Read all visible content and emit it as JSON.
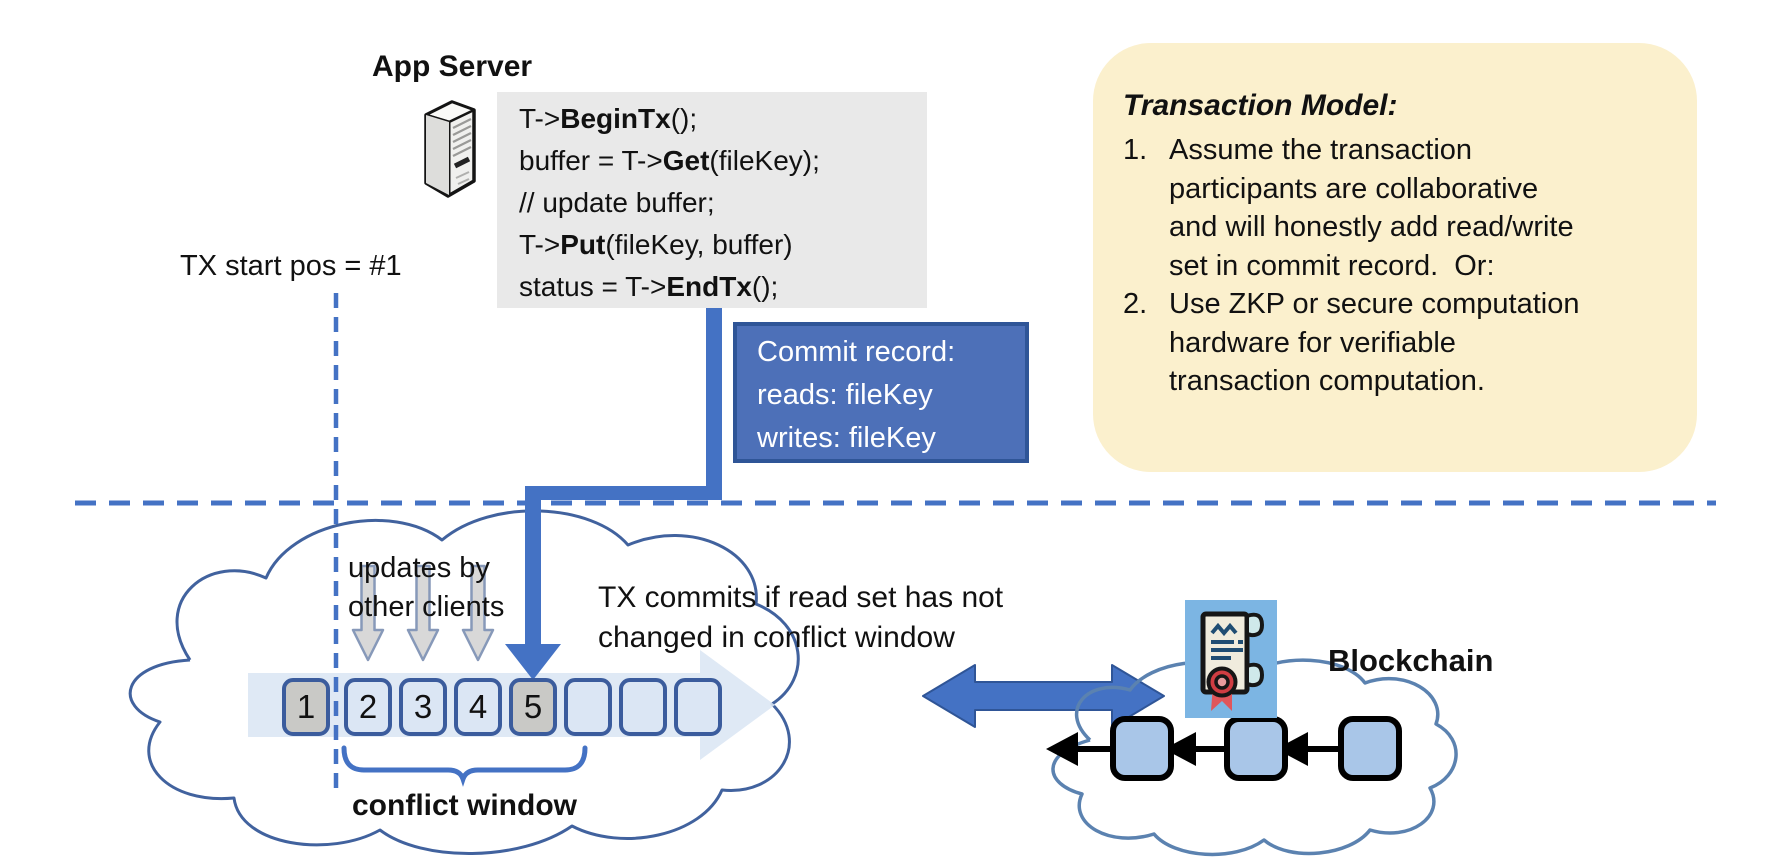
{
  "colors": {
    "accent_blue": "#4472c4",
    "dark_blue_border": "#2f5597",
    "commit_box_fill": "#4d70b8",
    "yellow_box_fill": "#fbf0cd",
    "code_box_fill": "#e9e9e9",
    "block_border": "#3b5c9d",
    "block_blue_fill": "#dbe6f4",
    "block_gray_fill": "#c9c9c6",
    "cloud_stroke": "#41629e",
    "chain_block_fill": "#a9c6e8"
  },
  "app_server": {
    "title": "App Server"
  },
  "code": {
    "lines": [
      {
        "pre": "T->",
        "bold": "BeginTx",
        "post": "();"
      },
      {
        "pre": "buffer = T->",
        "bold": "Get",
        "post": "(fileKey);"
      },
      {
        "pre": "// update buffer;",
        "bold": "",
        "post": ""
      },
      {
        "pre": "T->",
        "bold": "Put",
        "post": "(fileKey, buffer)"
      },
      {
        "pre": "status = T->",
        "bold": "EndTx",
        "post": "();"
      }
    ]
  },
  "tx_start": {
    "label": "TX start pos = #1"
  },
  "commit_record": {
    "line1": "Commit record:",
    "line2": "reads: fileKey",
    "line3": "writes: fileKey"
  },
  "transaction_model": {
    "title": "Transaction Model:",
    "items": [
      {
        "num": "1.",
        "lines": [
          "Assume the transaction",
          "participants are collaborative",
          "and will honestly add read/write",
          "set in commit record.  Or:"
        ]
      },
      {
        "num": "2.",
        "lines": [
          "Use ZKP or secure computation",
          "hardware for verifiable",
          "transaction computation."
        ]
      }
    ]
  },
  "timeline": {
    "updates_label": {
      "line1": "updates by",
      "line2": "other clients"
    },
    "commit_note": {
      "line1": "TX commits if read set has not",
      "line2": "changed in conflict window"
    },
    "conflict_window_label": "conflict window",
    "blocks": [
      {
        "label": "1",
        "fill": "#c9c9c6"
      },
      {
        "label": "2",
        "fill": "#dbe6f4"
      },
      {
        "label": "3",
        "fill": "#dbe6f4"
      },
      {
        "label": "4",
        "fill": "#dbe6f4"
      },
      {
        "label": "5",
        "fill": "#c9c9c6"
      },
      {
        "label": "",
        "fill": "#dbe6f4"
      },
      {
        "label": "",
        "fill": "#dbe6f4"
      },
      {
        "label": "",
        "fill": "#dbe6f4"
      }
    ]
  },
  "blockchain": {
    "label": "Blockchain"
  }
}
